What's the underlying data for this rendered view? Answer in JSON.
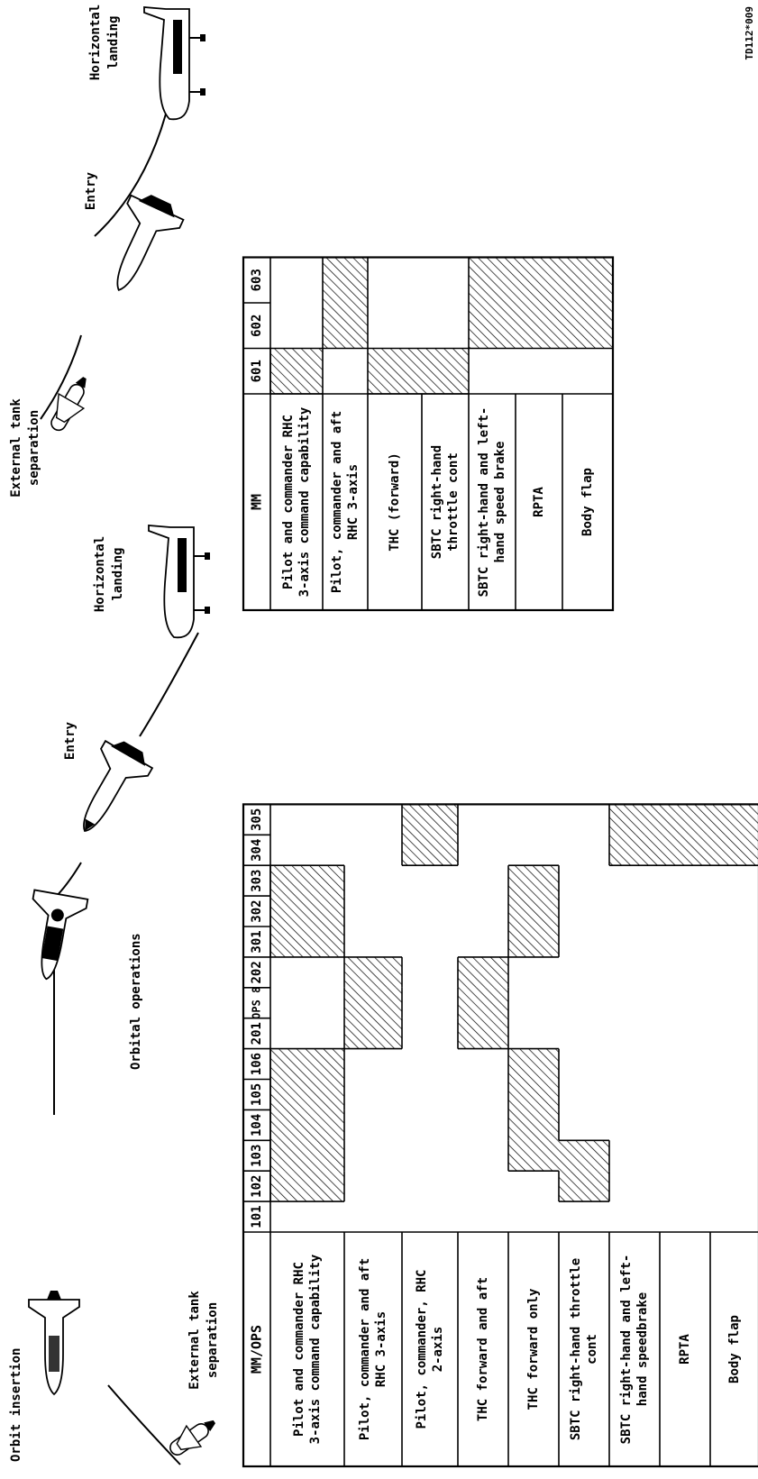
{
  "figure_id": "TD112*009",
  "phase_labels": {
    "orbit_insertion": "Orbit insertion",
    "orbital_operations": "Orbital operations",
    "et_sep_left_1": "External tank",
    "et_sep_left_2": "separation",
    "entry_left": "Entry",
    "landing_left_1": "Horizontal",
    "landing_left_2": "landing",
    "et_sep_right_1": "External tank",
    "et_sep_right_2": "separation",
    "entry_right": "Entry",
    "landing_right_1": "Horizontal",
    "landing_right_2": "landing"
  },
  "table_left": {
    "header": "MM/OPS",
    "columns": [
      "101",
      "102",
      "103",
      "104",
      "105",
      "106",
      "201",
      "OPS 8",
      "202",
      "301",
      "302",
      "303",
      "304",
      "305"
    ],
    "rows": [
      {
        "lines": [
          "Pilot and commander RHC",
          "3-axis command capability"
        ],
        "shaded": [
          false,
          true,
          true,
          true,
          true,
          true,
          false,
          false,
          false,
          true,
          true,
          true,
          false,
          false
        ]
      },
      {
        "lines": [
          "Pilot, commander and aft",
          "RHC 3-axis"
        ],
        "shaded": [
          false,
          false,
          false,
          false,
          false,
          false,
          true,
          true,
          true,
          false,
          false,
          false,
          false,
          false
        ]
      },
      {
        "lines": [
          "Pilot, commander, RHC",
          "2-axis"
        ],
        "shaded": [
          false,
          false,
          false,
          false,
          false,
          false,
          false,
          false,
          false,
          false,
          false,
          false,
          true,
          true
        ]
      },
      {
        "lines": [
          "THC forward and aft"
        ],
        "shaded": [
          false,
          false,
          false,
          false,
          false,
          false,
          true,
          true,
          true,
          false,
          false,
          false,
          false,
          false
        ]
      },
      {
        "lines": [
          "THC forward only"
        ],
        "shaded": [
          false,
          false,
          true,
          true,
          true,
          true,
          false,
          false,
          false,
          true,
          true,
          true,
          false,
          false
        ]
      },
      {
        "lines": [
          "SBTC right-hand throttle",
          "cont"
        ],
        "shaded": [
          false,
          true,
          true,
          false,
          false,
          false,
          false,
          false,
          false,
          false,
          false,
          false,
          false,
          false
        ]
      },
      {
        "lines": [
          "SBTC right-hand and left-",
          "hand speedbrake"
        ],
        "shaded": [
          false,
          false,
          false,
          false,
          false,
          false,
          false,
          false,
          false,
          false,
          false,
          false,
          true,
          true
        ]
      },
      {
        "lines": [
          "RPTA"
        ],
        "shaded": [
          false,
          false,
          false,
          false,
          false,
          false,
          false,
          false,
          false,
          false,
          false,
          false,
          true,
          true
        ]
      },
      {
        "lines": [
          "Body flap"
        ],
        "shaded": [
          false,
          false,
          false,
          false,
          false,
          false,
          false,
          false,
          false,
          false,
          false,
          false,
          true,
          true
        ]
      }
    ]
  },
  "table_right": {
    "header": "MM",
    "columns": [
      "601",
      "602",
      "603"
    ],
    "rows": [
      {
        "lines": [
          "Pilot and commander RHC",
          "3-axis command capability"
        ],
        "shaded": [
          true,
          false,
          false
        ]
      },
      {
        "lines": [
          "Pilot, commander and aft",
          "RHC 3-axis"
        ],
        "shaded": [
          false,
          true,
          true
        ]
      },
      {
        "lines": [
          "THC (forward)"
        ],
        "shaded": [
          true,
          false,
          false
        ]
      },
      {
        "lines": [
          "SBTC right-hand",
          "throttle cont"
        ],
        "shaded": [
          true,
          false,
          false
        ]
      },
      {
        "lines": [
          "SBTC right-hand and left-",
          "hand speed brake"
        ],
        "shaded": [
          false,
          true,
          true
        ]
      },
      {
        "lines": [
          "RPTA"
        ],
        "shaded": [
          false,
          true,
          true
        ]
      },
      {
        "lines": [
          "Body flap"
        ],
        "shaded": [
          false,
          true,
          true
        ]
      }
    ]
  }
}
